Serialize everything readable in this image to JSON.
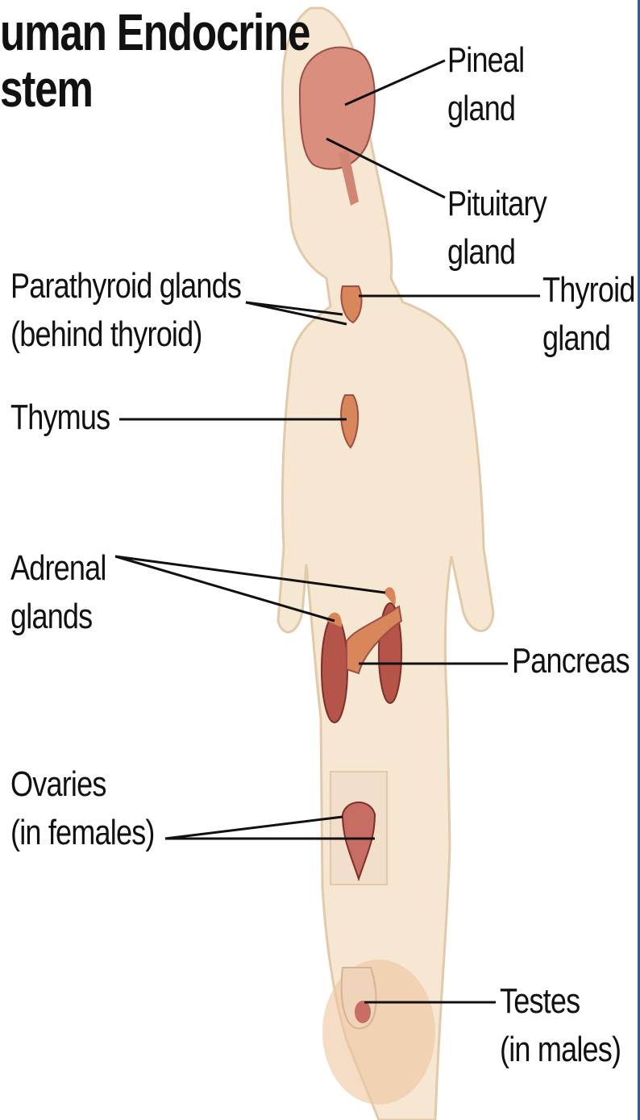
{
  "title": {
    "line1": "uman Endocrine",
    "line2": "stem"
  },
  "labels": {
    "pineal": [
      "Pineal",
      "gland"
    ],
    "pituitary": [
      "Pituitary",
      "gland"
    ],
    "parathyroid": [
      "Parathyroid glands",
      "(behind thyroid)"
    ],
    "thyroid": [
      "Thyroid",
      "gland"
    ],
    "thymus": [
      "Thymus"
    ],
    "adrenal": [
      "Adrenal",
      "glands"
    ],
    "pancreas": [
      "Pancreas"
    ],
    "ovaries": [
      "Ovaries",
      "(in females)"
    ],
    "testes": [
      "Testes",
      "(in males)"
    ]
  },
  "colors": {
    "skin": "#f6e7d3",
    "skin_outline": "#e2c9aa",
    "brain": "#d98e7e",
    "organ": "#b5554a",
    "pancreas": "#d9865a",
    "leader_line": "#111111",
    "frame_border": "#2a5aa8"
  }
}
